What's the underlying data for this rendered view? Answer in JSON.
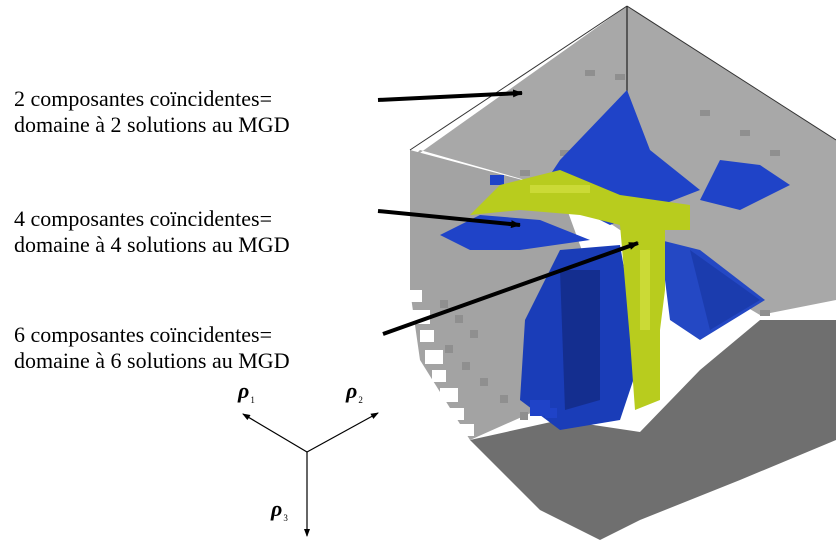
{
  "annotations": [
    {
      "line1": "2 composantes coïncidentes=",
      "line2": "domaine à 2 solutions au MGD"
    },
    {
      "line1": "4 composantes coïncidentes=",
      "line2": "domaine à 4 solutions au MGD"
    },
    {
      "line1": "6 composantes coïncidentes=",
      "line2": "domaine à 6 solutions au MGD"
    }
  ],
  "axes": [
    {
      "symbol": "ρ",
      "index": "1"
    },
    {
      "symbol": "ρ",
      "index": "2"
    },
    {
      "symbol": "ρ",
      "index": "3"
    }
  ],
  "colors": {
    "gray_light": "#a6a6a6",
    "gray_dark": "#6e6e6e",
    "blue": "#1f43c8",
    "blue_dark": "#142e8f",
    "yellow_green": "#b8cc1e"
  }
}
